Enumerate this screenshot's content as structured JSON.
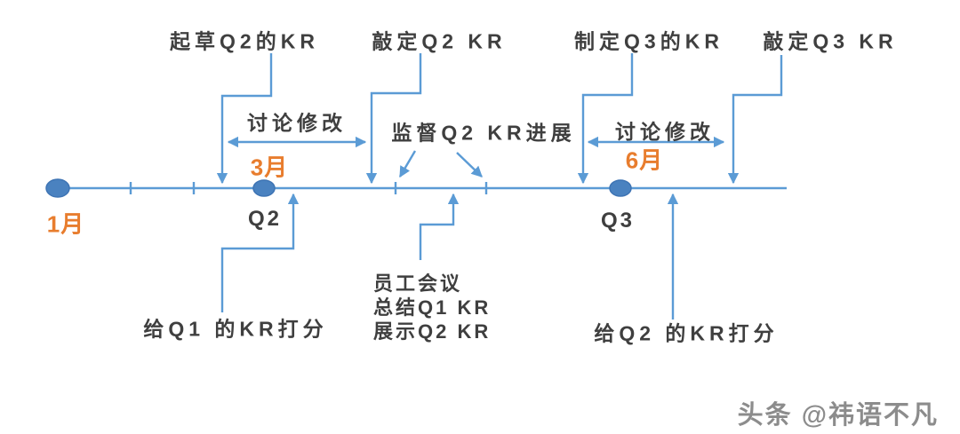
{
  "colors": {
    "bg": "#ffffff",
    "line": "#5b9bd5",
    "dot": "#4a82c0",
    "dot_border": "#3e74b4",
    "text": "#3f3f3f",
    "month": "#e87d2e",
    "watermark": "#8c8c8c"
  },
  "timeline": {
    "months": {
      "jan": "1月",
      "mar": "3月",
      "jun": "6月"
    },
    "quarters": {
      "q2": "Q2",
      "q3": "Q3"
    }
  },
  "milestones": {
    "draft_q2": "起草Q2的KR",
    "finalize_q2": "敲定Q2 KR",
    "make_q3": "制定Q3的KR",
    "finalize_q3": "敲定Q3 KR"
  },
  "phases": {
    "discuss_left": "讨论修改",
    "supervise": "监督Q2 KR进展",
    "discuss_right": "讨论修改"
  },
  "events": {
    "score_q1": "给Q1 的KR打分",
    "meeting": [
      "员工会议",
      "总结Q1 KR",
      "展示Q2 KR"
    ],
    "score_q2": "给Q2 的KR打分"
  },
  "watermark": "头条 @祎语不凡"
}
